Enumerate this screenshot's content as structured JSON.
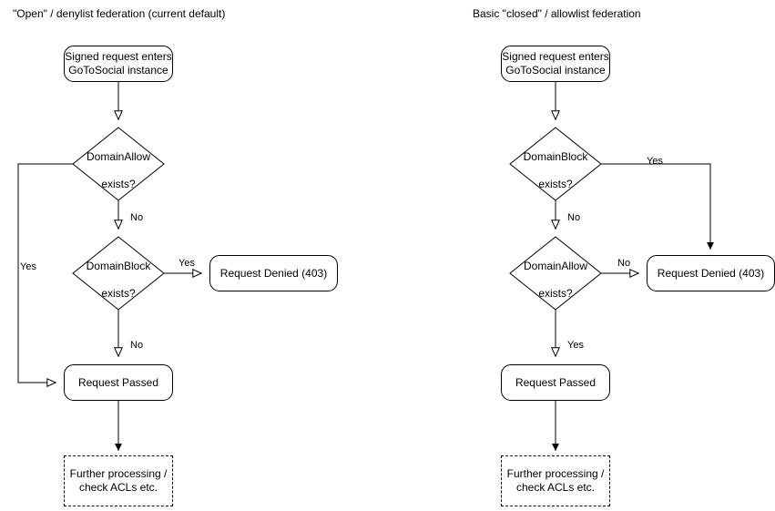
{
  "diagram": {
    "type": "flowchart",
    "title_left": "\"Open\" / denylist federation (current default)",
    "title_right": "Basic \"closed\" / allowlist federation",
    "stroke_color": "#000000",
    "background_color": "#ffffff",
    "columns": [
      {
        "id": "open-denylist",
        "title": "\"Open\" / denylist federation (current default)",
        "nodes": [
          {
            "id": "entry",
            "shape": "rounded-rect",
            "text": "Signed request enters\nGoToSocial instance",
            "line1": "Signed request enters",
            "line2": "GoToSocial instance"
          },
          {
            "id": "d1",
            "shape": "diamond",
            "text": "DomainAllow\nexists?",
            "line1": "DomainAllow",
            "line2": "exists?"
          },
          {
            "id": "d2",
            "shape": "diamond",
            "text": "DomainBlock\nexists?",
            "line1": "DomainBlock",
            "line2": "exists?"
          },
          {
            "id": "denied",
            "shape": "rounded-rect",
            "text": "Request Denied (403)"
          },
          {
            "id": "passed",
            "shape": "rounded-rect",
            "text": "Request Passed"
          },
          {
            "id": "further",
            "shape": "dashed-rect",
            "text": "Further processing /\ncheck ACLs etc.",
            "line1": "Further processing /",
            "line2": "check ACLs etc."
          }
        ],
        "edges": [
          {
            "from": "entry",
            "to": "d1",
            "label": ""
          },
          {
            "from": "d1",
            "to": "passed",
            "label": "Yes"
          },
          {
            "from": "d1",
            "to": "d2",
            "label": "No"
          },
          {
            "from": "d2",
            "to": "denied",
            "label": "Yes"
          },
          {
            "from": "d2",
            "to": "passed",
            "label": "No"
          },
          {
            "from": "passed",
            "to": "further",
            "label": ""
          }
        ]
      },
      {
        "id": "closed-allowlist",
        "title": "Basic \"closed\" / allowlist federation",
        "nodes": [
          {
            "id": "entry",
            "shape": "rounded-rect",
            "text": "Signed request enters\nGoToSocial instance",
            "line1": "Signed request enters",
            "line2": "GoToSocial instance"
          },
          {
            "id": "d1",
            "shape": "diamond",
            "text": "DomainBlock\nexists?",
            "line1": "DomainBlock",
            "line2": "exists?"
          },
          {
            "id": "d2",
            "shape": "diamond",
            "text": "DomainAllow\nexists?",
            "line1": "DomainAllow",
            "line2": "exists?"
          },
          {
            "id": "denied",
            "shape": "rounded-rect",
            "text": "Request Denied (403)"
          },
          {
            "id": "passed",
            "shape": "rounded-rect",
            "text": "Request Passed"
          },
          {
            "id": "further",
            "shape": "dashed-rect",
            "text": "Further processing /\ncheck ACLs etc.",
            "line1": "Further processing /",
            "line2": "check ACLs etc."
          }
        ],
        "edges": [
          {
            "from": "entry",
            "to": "d1",
            "label": ""
          },
          {
            "from": "d1",
            "to": "denied",
            "label": "Yes"
          },
          {
            "from": "d1",
            "to": "d2",
            "label": "No"
          },
          {
            "from": "d2",
            "to": "denied",
            "label": "No"
          },
          {
            "from": "d2",
            "to": "passed",
            "label": "Yes"
          },
          {
            "from": "passed",
            "to": "further",
            "label": ""
          }
        ]
      }
    ]
  },
  "left": {
    "entry_line1": "Signed request enters",
    "entry_line2": "GoToSocial instance",
    "d1_line1": "DomainAllow",
    "d1_line2": "exists?",
    "d2_line1": "DomainBlock",
    "d2_line2": "exists?",
    "denied": "Request Denied (403)",
    "passed": "Request Passed",
    "further_line1": "Further processing /",
    "further_line2": "check ACLs etc.",
    "label_d1_no": "No",
    "label_d1_yes": "Yes",
    "label_d2_yes": "Yes",
    "label_d2_no": "No"
  },
  "right": {
    "entry_line1": "Signed request enters",
    "entry_line2": "GoToSocial instance",
    "d1_line1": "DomainBlock",
    "d1_line2": "exists?",
    "d2_line1": "DomainAllow",
    "d2_line2": "exists?",
    "denied": "Request Denied (403)",
    "passed": "Request Passed",
    "further_line1": "Further processing /",
    "further_line2": "check ACLs etc.",
    "label_d1_yes": "Yes",
    "label_d1_no": "No",
    "label_d2_no": "No",
    "label_d2_yes": "Yes"
  }
}
